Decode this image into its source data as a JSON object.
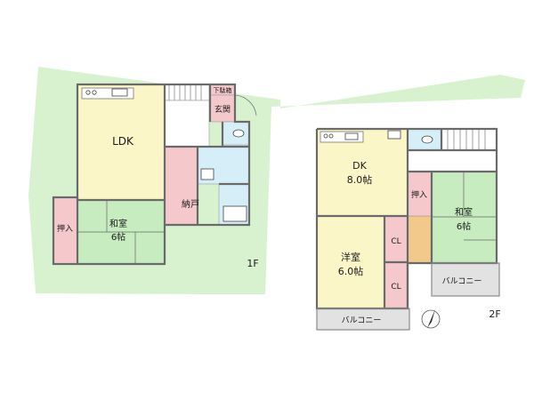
{
  "floor1": {
    "label": "1F",
    "rooms": {
      "ldk": "LDK",
      "washitsu": "和室",
      "washitsu_size": "6帖",
      "oshiire": "押入",
      "nando": "納戸",
      "genkan": "玄関",
      "shoe_box": "下駄箱"
    }
  },
  "floor2": {
    "label": "2F",
    "rooms": {
      "dk": "DK",
      "dk_size": "8.0帖",
      "yoshitsu": "洋室",
      "yoshitsu_size": "6.0帖",
      "washitsu": "和室",
      "washitsu_size": "6帖",
      "oshiire": "押入",
      "cl_upper": "CL",
      "cl_lower": "CL",
      "balcony_right": "バルコニー",
      "balcony_bottom": "バルコニー"
    }
  },
  "compass": {
    "icon": "north-arrow-icon"
  },
  "colors": {
    "yard": "#d8f2d0",
    "ldk": "#fbf6c8",
    "tatami": "#c6ecc0",
    "storage": "#f5c8cc",
    "water": "#d6eef8",
    "balcony": "#e2e2e2",
    "hall": "#ffffff",
    "wall": "#6a6a6a",
    "wood_floor": "#f1c98a"
  }
}
